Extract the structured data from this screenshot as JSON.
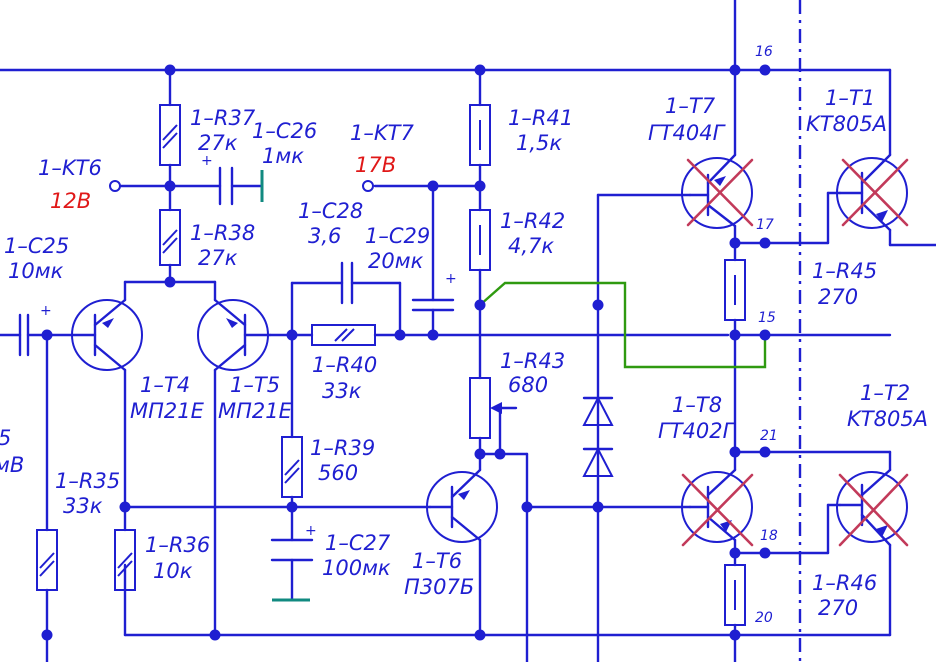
{
  "components": {
    "kt6": {
      "ref": "1–KT6",
      "voltage": "12В"
    },
    "kt7": {
      "ref": "1–KT7",
      "voltage": "17В"
    },
    "r37": {
      "ref": "1–R37",
      "value": "27к"
    },
    "r38": {
      "ref": "1–R38",
      "value": "27к"
    },
    "c26": {
      "ref": "1–C26",
      "value": "1мк"
    },
    "c25": {
      "ref": "1–C25",
      "value": "10мк"
    },
    "c28": {
      "ref": "1–C28",
      "value": "3,6"
    },
    "c29": {
      "ref": "1–C29",
      "value": "20мк"
    },
    "r40": {
      "ref": "1–R40",
      "value": "33к"
    },
    "r41": {
      "ref": "1–R41",
      "value": "1,5к"
    },
    "r42": {
      "ref": "1–R42",
      "value": "4,7к"
    },
    "r43": {
      "ref": "1–R43",
      "value": "680"
    },
    "r39": {
      "ref": "1–R39",
      "value": "560"
    },
    "c27": {
      "ref": "1–C27",
      "value": "100мк"
    },
    "t4": {
      "ref": "1–T4",
      "type": "МП21Е"
    },
    "t5": {
      "ref": "1–T5",
      "type": "МП21Е"
    },
    "t6": {
      "ref": "1–T6",
      "type": "П307Б"
    },
    "t7": {
      "ref": "1–T7",
      "type": "ГТ404Г"
    },
    "t8": {
      "ref": "1–T8",
      "type": "ГТ402Г"
    },
    "t1": {
      "ref": "1–T1",
      "type": "KT805A"
    },
    "t2": {
      "ref": "1–T2",
      "type": "KT805A"
    },
    "r35": {
      "ref": "1–R35",
      "value": "33к"
    },
    "r36": {
      "ref": "1–R36",
      "value": "10к"
    },
    "r45": {
      "ref": "1–R45",
      "value": "270"
    },
    "r46": {
      "ref": "1–R46",
      "value": "270"
    }
  },
  "pins": [
    "16",
    "17",
    "15",
    "21",
    "18",
    "20"
  ],
  "edge_labels": {
    "left_5": "5",
    "left_mv": "мВ"
  },
  "polarity_mark": "+",
  "colors": {
    "wire": "#1f1fd1",
    "voltage": "#e01818",
    "cross": "#c23a5a",
    "green_wire": "#2f9a10",
    "teal_cap": "#118a80"
  }
}
